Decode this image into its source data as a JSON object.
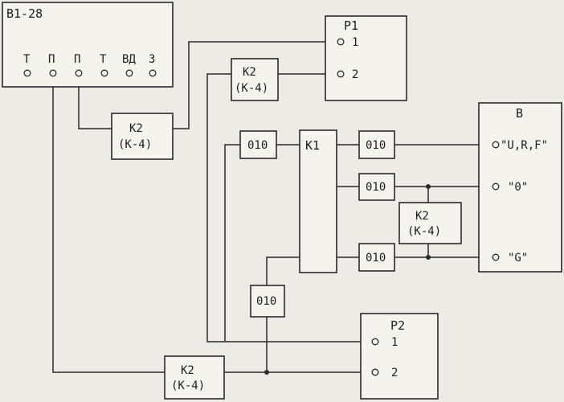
{
  "devices": {
    "v1_28": {
      "title": "В1-28",
      "pins": [
        "Т",
        "П",
        "П",
        "Т",
        "ВД",
        "З"
      ]
    },
    "p1": {
      "title": "Р1",
      "pins": [
        "1",
        "2"
      ]
    },
    "p2": {
      "title": "Р2",
      "pins": [
        "1",
        "2"
      ]
    },
    "k1": {
      "title": "К1"
    },
    "b": {
      "title": "В",
      "pins": [
        "\"U,R,F\"",
        "\"0\"",
        "\"G\""
      ]
    }
  },
  "cables": {
    "k2_top": {
      "line1": "К2",
      "line2": "(К-4)"
    },
    "k2_mid": {
      "line1": "К2",
      "line2": "(К-4)"
    },
    "k2_right": {
      "line1": "К2",
      "line2": "(К-4)"
    },
    "k2_bottom": {
      "line1": "К2",
      "line2": "(К-4)"
    }
  },
  "adapters": {
    "a_left": "010",
    "a_top": "010",
    "a_mid": "010",
    "a_low": "010",
    "a_bottom": "010"
  }
}
